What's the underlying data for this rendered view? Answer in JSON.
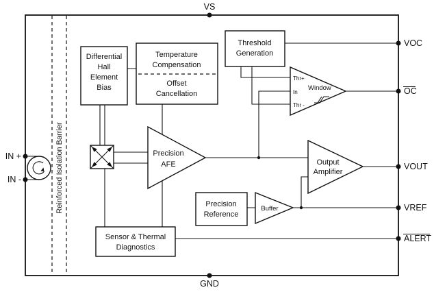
{
  "diagram": {
    "pins": {
      "vs": "VS",
      "gnd": "GND",
      "in_plus": "IN +",
      "in_minus": "IN -",
      "voc": "VOC",
      "oc": "OC",
      "vout": "VOUT",
      "vref": "VREF",
      "alert": "ALERT"
    },
    "isolation_label": "Reinforced Isolation Barrier",
    "blocks": {
      "hall_bias": {
        "line1": "Differential",
        "line2": "Hall",
        "line3": "Element",
        "line4": "Bias"
      },
      "temp_comp": {
        "line1": "Temperature",
        "line2": "Compensation"
      },
      "offset_cancel": {
        "line1": "Offset",
        "line2": "Cancellation"
      },
      "threshold": {
        "line1": "Threshold",
        "line2": "Generation"
      },
      "afe": {
        "line1": "Precision",
        "line2": "AFE"
      },
      "comparator": {
        "thr_plus": "Thr+",
        "in": "In",
        "thr_minus": "Thr -",
        "window": "Window"
      },
      "output_amp": {
        "line1": "Output",
        "line2": "Amplifier"
      },
      "precision_ref": {
        "line1": "Precision",
        "line2": "Reference"
      },
      "buffer": {
        "label": "Buffer"
      },
      "diagnostics": {
        "line1": "Sensor & Thermal",
        "line2": "Diagnostics"
      }
    },
    "colors": {
      "line": "#111111",
      "background": "#ffffff"
    }
  }
}
